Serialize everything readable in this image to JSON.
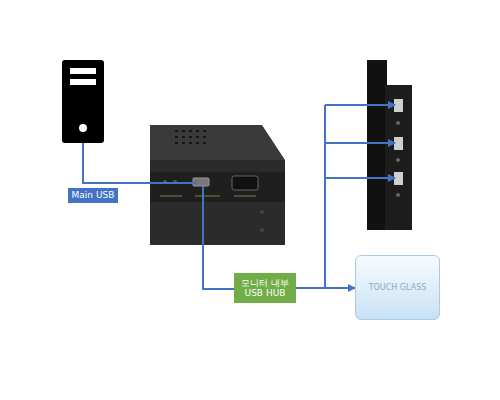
{
  "diagram": {
    "nodes": [
      {
        "text": [
          "Main USB"
        ]
      },
      {
        "text": [
          "모니터 내부 USB HUB"
        ]
      },
      {
        "text": [
          "TOUCH GLASS"
        ]
      }
    ],
    "edges": [
      {
        "from": 1,
        "to": 2,
        "arrow": "to"
      }
    ]
  }
}
